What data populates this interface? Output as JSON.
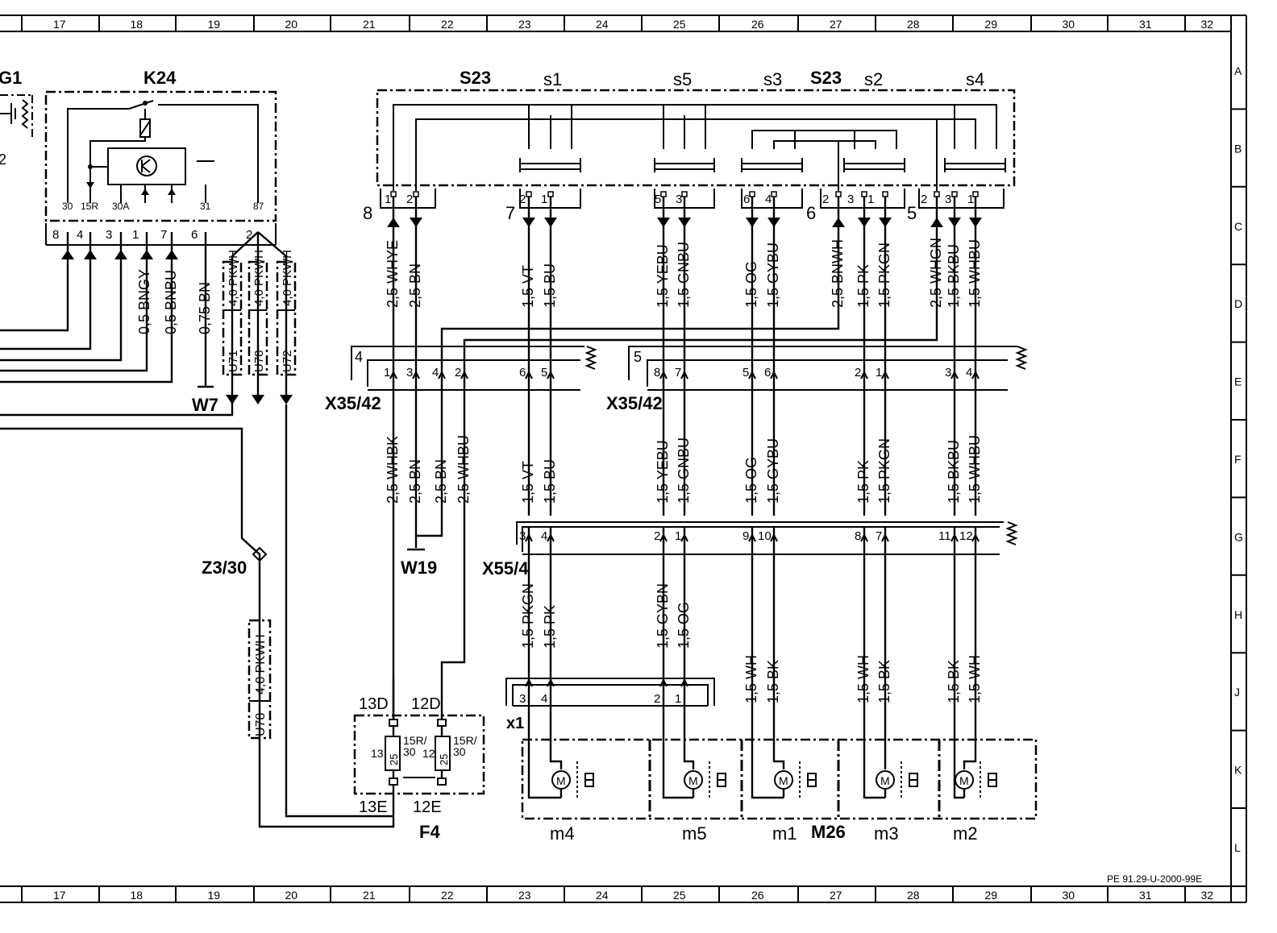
{
  "grid": {
    "columns": [
      "17",
      "18",
      "19",
      "20",
      "21",
      "22",
      "23",
      "24",
      "25",
      "26",
      "27",
      "28",
      "29",
      "30",
      "31",
      "32"
    ],
    "rows": [
      "A",
      "B",
      "C",
      "D",
      "E",
      "F",
      "G",
      "H",
      "J",
      "K",
      "L"
    ]
  },
  "components": {
    "g1": "G1",
    "g1_num": "2",
    "k24": "K24",
    "k24_pins_top": [
      "30",
      "15R",
      "30A",
      "31",
      "87"
    ],
    "k24_pins_bottom": [
      "8",
      "4",
      "3",
      "1",
      "7",
      "6",
      "2"
    ],
    "s23": "S23",
    "s23_b": "S23",
    "switches": [
      "s1",
      "s5",
      "s3",
      "s2",
      "s4"
    ],
    "x3542_a": "X35/42",
    "x3542_b": "X35/42",
    "x554": "X55/4",
    "x1": "x1",
    "w7": "W7",
    "w19": "W19",
    "z330": "Z3/30",
    "f4": "F4",
    "m26": "M26",
    "motors": [
      "m4",
      "m5",
      "m1",
      "m3",
      "m2"
    ]
  },
  "k24_wires": [
    "0,5 BNGY",
    "0,5 BNBU",
    "0,75 BN"
  ],
  "shielded": [
    "U71",
    "4,0 PKWH",
    "U78",
    "4,0 PKWH",
    "U72",
    "4,0 PKWH"
  ],
  "s23_group_numbers": [
    "8",
    "7",
    "6",
    "5"
  ],
  "s23_pins": [
    "1",
    "2",
    "2",
    "1",
    "5",
    "3",
    "6",
    "4",
    "2",
    "3",
    "1",
    "2",
    "3",
    "1"
  ],
  "wires_upper": [
    "2,5 WHYE",
    "2,5 BN",
    "1,5 VT",
    "1,5 BU",
    "1,5 YEBU",
    "1,5 GNBU",
    "1,5 OG",
    "1,5 GYBU",
    "2,5 BNWH",
    "1,5 PK",
    "1,5 PKGN",
    "2,5 WHGN",
    "1,5 BKBU",
    "1,5 WHBU"
  ],
  "x3542_box_numbers": [
    "4",
    "5"
  ],
  "x3542_pins": [
    "1",
    "3",
    "4",
    "2",
    "6",
    "5",
    "8",
    "7",
    "5",
    "6",
    "2",
    "1",
    "3",
    "4"
  ],
  "wires_middle": [
    "2,5 WHBK",
    "2,5 BN",
    "2,5 BN",
    "2,5 WHBU",
    "1,5 VT",
    "1,5 BU",
    "1,5 YEBU",
    "1,5 GNBU",
    "1,5 OG",
    "1,5 GYBU",
    "1,5 PK",
    "1,5 PKGN",
    "1,5 BKBU",
    "1,5 WHBU"
  ],
  "x554_pins": [
    "3",
    "4",
    "2",
    "1",
    "9",
    "10",
    "8",
    "7",
    "11",
    "12"
  ],
  "wires_lower": [
    "1,5 PKGN",
    "1,5 PK",
    "1,5 GYBN",
    "1,5 OG",
    "1,5 WH",
    "1,5 BK",
    "1,5 WH",
    "1,5 BK",
    "1,5 BK",
    "1,5 WH"
  ],
  "x1_pins": [
    "3",
    "4",
    "2",
    "1"
  ],
  "z330_wire": [
    "U78",
    "4,0 PKWH"
  ],
  "fuse": {
    "top": [
      "13D",
      "12D"
    ],
    "bottom": [
      "13E",
      "12E"
    ],
    "side": [
      "13",
      "12"
    ],
    "rating": [
      "25",
      "25"
    ],
    "terms": [
      "15R/",
      "30",
      "15R/",
      "30"
    ]
  },
  "footer": "PE 91.29-U-2000-99E"
}
